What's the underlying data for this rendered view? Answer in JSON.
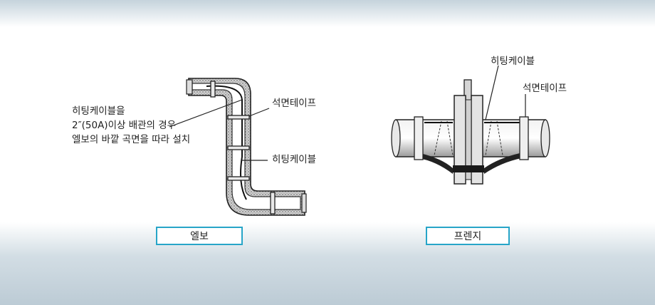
{
  "elbow": {
    "note_line1": "히팅케이블을",
    "note_line2": "2″(50A)이상 배관의 경우",
    "note_line3": "엘보의 바깥  곡면을 따라 설치",
    "tape_label": "석면테이프",
    "cable_label": "히팅케이블",
    "caption": "엘보"
  },
  "flange": {
    "cable_label": "히팅케이블",
    "tape_label": "석면테이프",
    "caption": "프렌지"
  },
  "colors": {
    "caption_border": "#27a5c8"
  }
}
